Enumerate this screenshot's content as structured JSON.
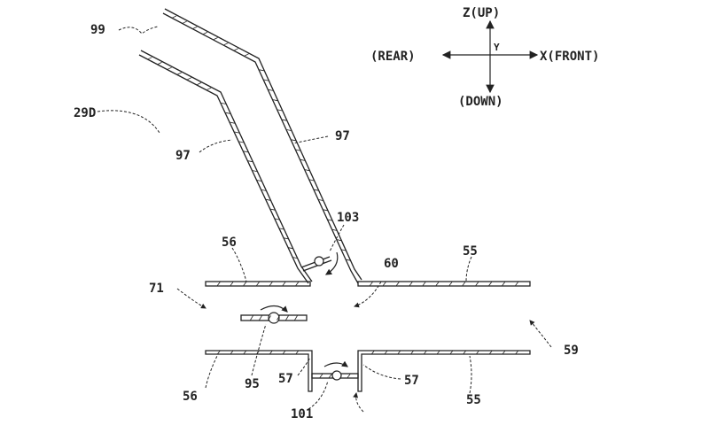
{
  "figure": {
    "axes": {
      "up": "Z(UP)",
      "down": "(DOWN)",
      "rear": "(REAR)",
      "front": "X(FRONT)",
      "y": "Y"
    },
    "labels": {
      "r99": "99",
      "r29d": "29D",
      "r97_left": "97",
      "r97_right": "97",
      "r103": "103",
      "r56_top": "56",
      "r55_top": "55",
      "r60": "60",
      "r71": "71",
      "r59": "59",
      "r95": "95",
      "r56_bottom": "56",
      "r57_left": "57",
      "r57_right": "57",
      "r55_bottom": "55",
      "r101": "101"
    }
  }
}
